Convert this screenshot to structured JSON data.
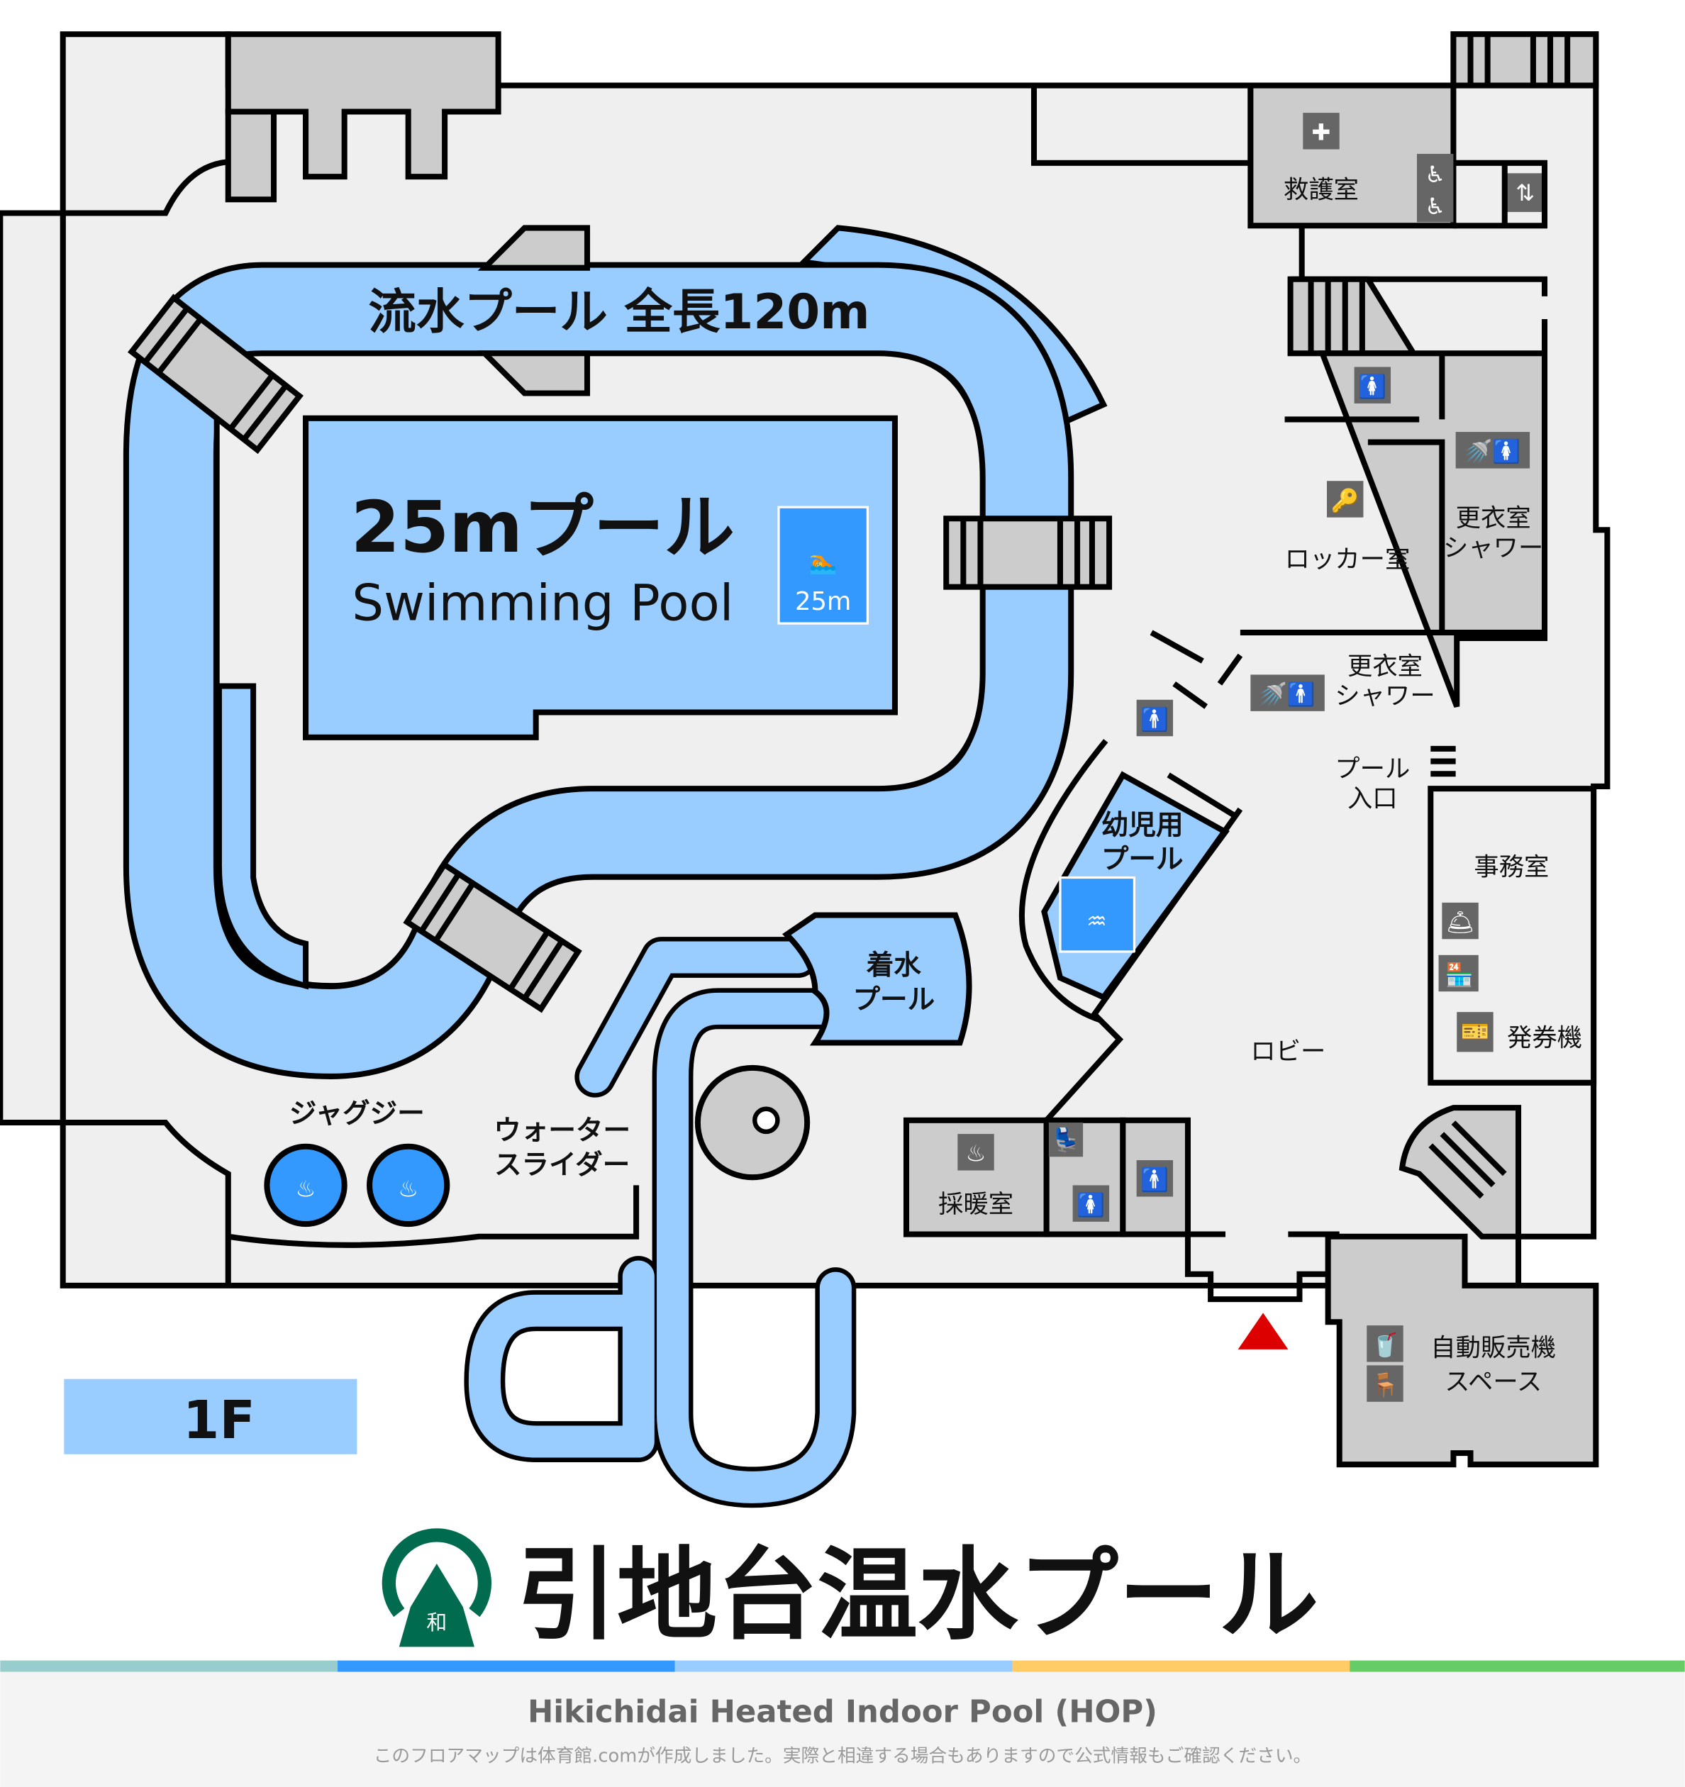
{
  "map": {
    "floor_label": "1F",
    "lazy_river": "流水プール 全長120m",
    "pool25": {
      "title": "25mプール",
      "subtitle": "Swimming Pool",
      "badge": "25m"
    },
    "baby_pool": [
      "幼児用",
      "プール"
    ],
    "landing_pool": [
      "着水",
      "プール"
    ],
    "jacuzzi": "ジャグジー",
    "water_slider": [
      "ウォーター",
      "スライダー"
    ],
    "first_aid": "救護室",
    "locker": "ロッカー室",
    "changing_women": [
      "更衣室",
      "シャワー"
    ],
    "changing_men": [
      "更衣室",
      "シャワー"
    ],
    "pool_entrance": [
      "プール",
      "入口"
    ],
    "office": "事務室",
    "ticket_machine": "発券機",
    "lobby": "ロビー",
    "warming_room": "採暖室",
    "vending": [
      "自動販売機",
      "スペース"
    ]
  },
  "header": {
    "title": "引地台温水プール",
    "logo_text": "和"
  },
  "footer": {
    "english_title": "Hikichidai Heated Indoor Pool (HOP)",
    "note": "このフロアマップは体育館.comが作成しました。実際と相違する場合もありますので公式情報もご確認ください。"
  },
  "colors": {
    "water": "#99ccff",
    "room": "#cccccc",
    "floor": "#efefef",
    "entrance": "#dd0000",
    "logo": "#006b4f",
    "stripe": [
      "#99cccc",
      "#3399ff",
      "#99ccff",
      "#ffcc66",
      "#66cc66"
    ]
  }
}
